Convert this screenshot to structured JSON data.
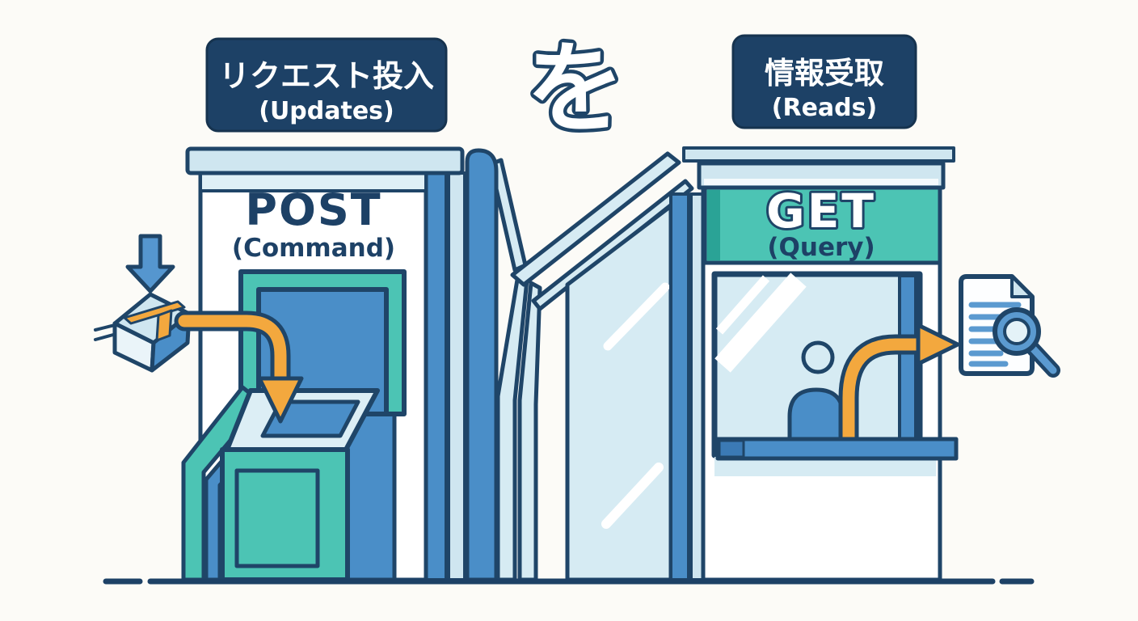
{
  "title_labels": {
    "left": {
      "jp": "リクエスト投入",
      "en": "(Updates)"
    },
    "particle": "を",
    "right": {
      "jp": "情報受取",
      "en": "(Reads)"
    }
  },
  "post_booth": {
    "title": "POST",
    "subtitle": "(Command)"
  },
  "get_booth": {
    "title": "GET",
    "subtitle": "(Query)"
  },
  "colors": {
    "navy": "#1d4166",
    "outline": "#1f4568",
    "blue": "#4a8ec8",
    "blue_light": "#5596cf",
    "light_blue": "#cfe6f0",
    "glass": "#d6ebf3",
    "teal": "#4cc4b4",
    "teal_dark": "#2aa396",
    "orange": "#f3a83e",
    "white": "#ffffff",
    "background": "#fcfbf7"
  }
}
